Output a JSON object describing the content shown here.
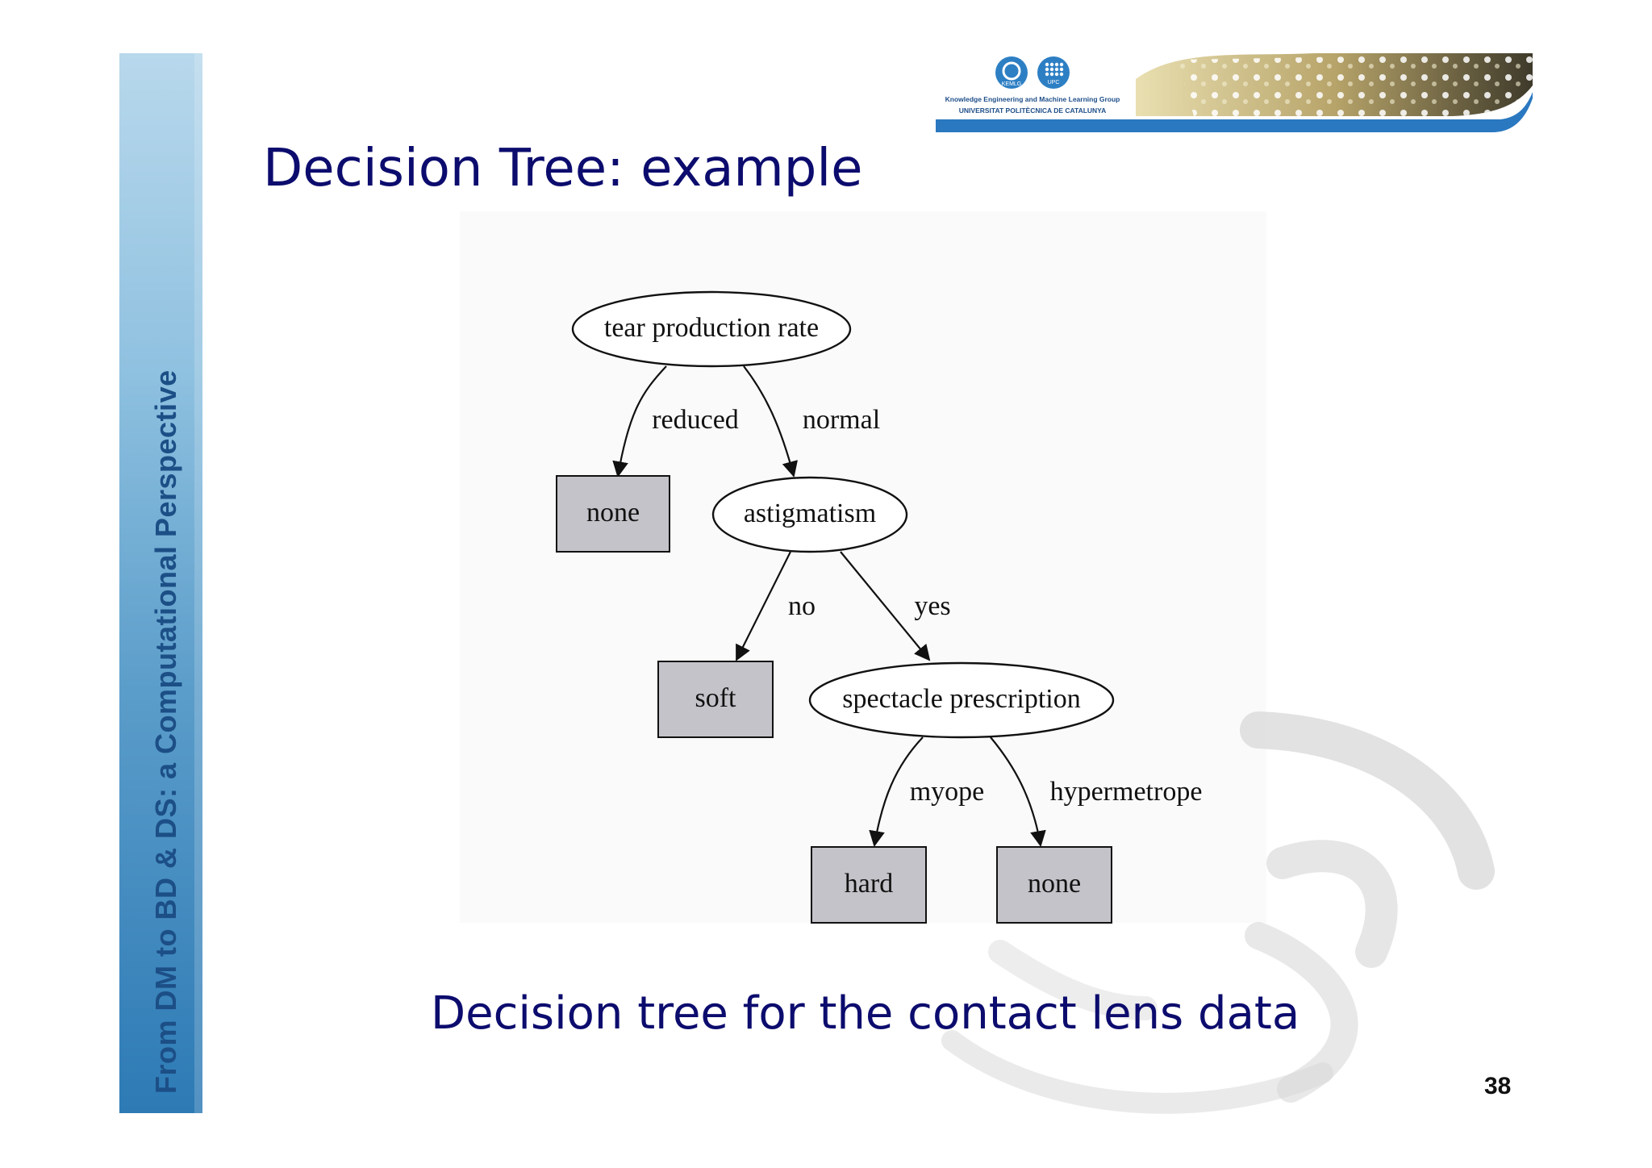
{
  "sidebar": {
    "text": "From DM to BD & DS: a Computational Perspective"
  },
  "logo": {
    "line1": "Knowledge Engineering and Machine Learning Group",
    "line2": "UNIVERSITAT POLITÈCNICA DE CATALUNYA",
    "badge_left": "KEMLG",
    "badge_right": "UPC"
  },
  "title": "Decision Tree: example",
  "diagram": {
    "nodes": {
      "root": "tear production rate",
      "leaf_none_1": "none",
      "astigmatism": "astigmatism",
      "leaf_soft": "soft",
      "spectacle": "spectacle prescription",
      "leaf_hard": "hard",
      "leaf_none_2": "none"
    },
    "edges": {
      "reduced": "reduced",
      "normal": "normal",
      "no": "no",
      "yes": "yes",
      "myope": "myope",
      "hypermetrope": "hypermetrope"
    }
  },
  "caption": "Decision tree for the contact lens data",
  "page_number": "38",
  "colors": {
    "title": "#0c0c6e",
    "leaf_fill": "#c4c3c9",
    "sidebar_text": "#1c4f86"
  }
}
